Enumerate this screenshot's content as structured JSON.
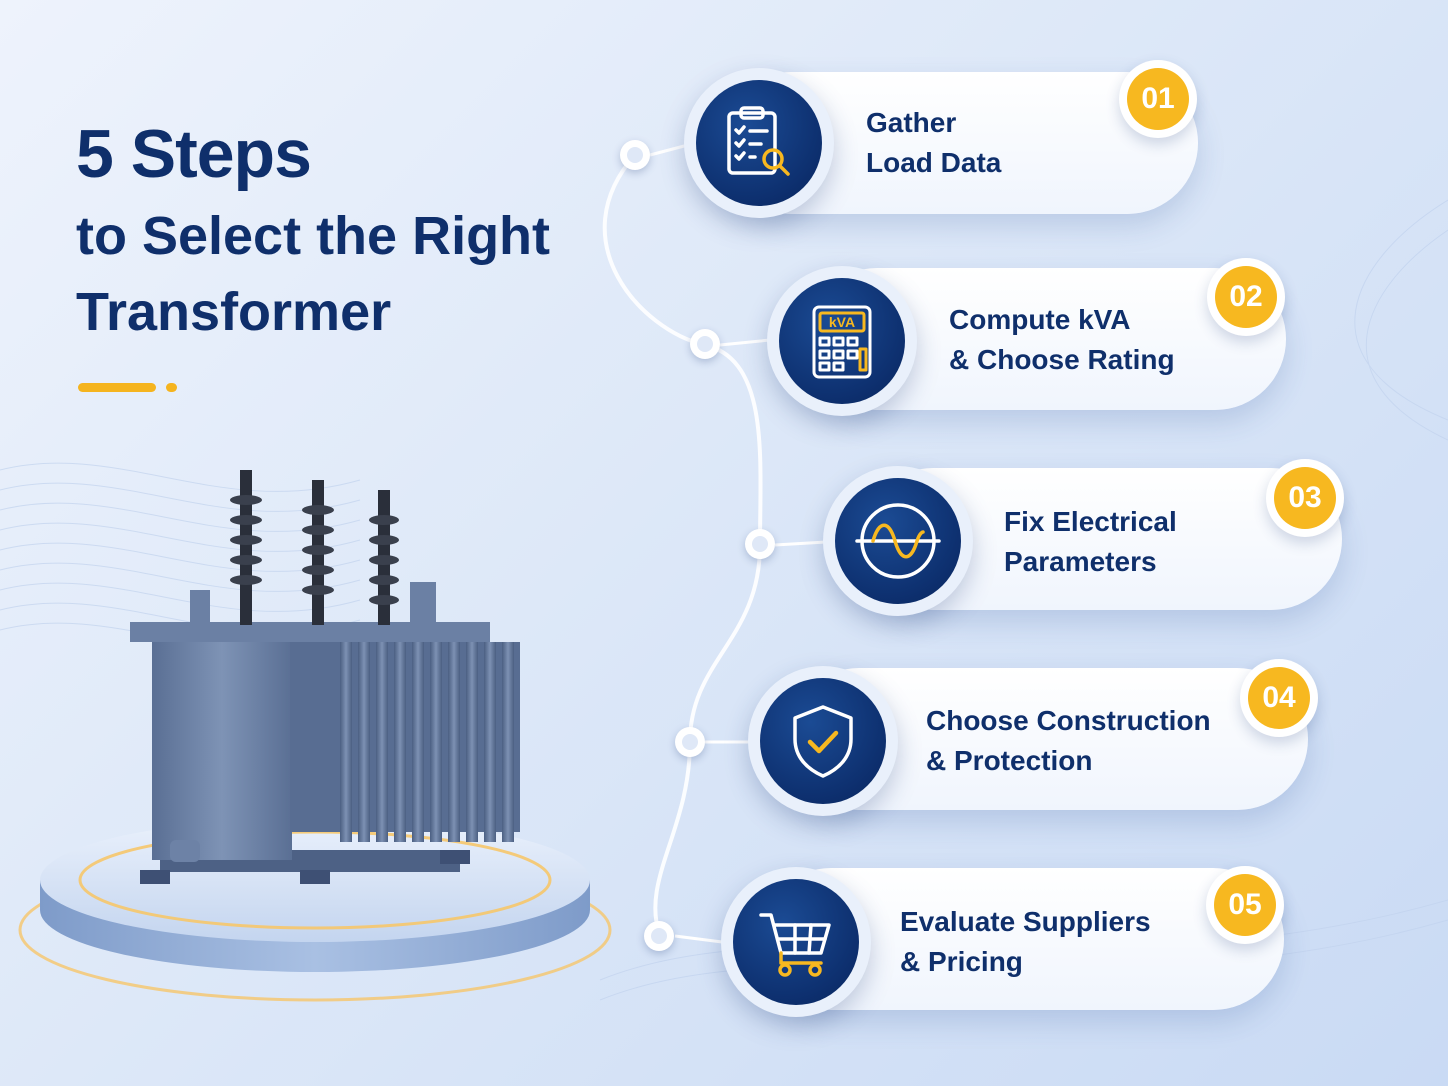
{
  "title": {
    "line1": "5 Steps",
    "line2": "to Select the Right",
    "line3": "Transformer"
  },
  "colors": {
    "navy": "#0f2f6b",
    "accent": "#f7b820",
    "background": "#dde8f8"
  },
  "steps": [
    {
      "number": "01",
      "line1": "Gather",
      "line2": "Load Data",
      "icon": "clipboard-search-icon"
    },
    {
      "number": "02",
      "line1": "Compute kVA",
      "line2": "& Choose Rating",
      "icon": "calculator-icon",
      "icon_text": "kVA"
    },
    {
      "number": "03",
      "line1": "Fix Electrical",
      "line2": "Parameters",
      "icon": "sine-wave-icon"
    },
    {
      "number": "04",
      "line1": "Choose Construction",
      "line2": "& Protection",
      "icon": "shield-check-icon"
    },
    {
      "number": "05",
      "line1": "Evaluate Suppliers",
      "line2": "& Pricing",
      "icon": "shopping-cart-icon"
    }
  ],
  "illustration": "transformer-on-pedestal"
}
